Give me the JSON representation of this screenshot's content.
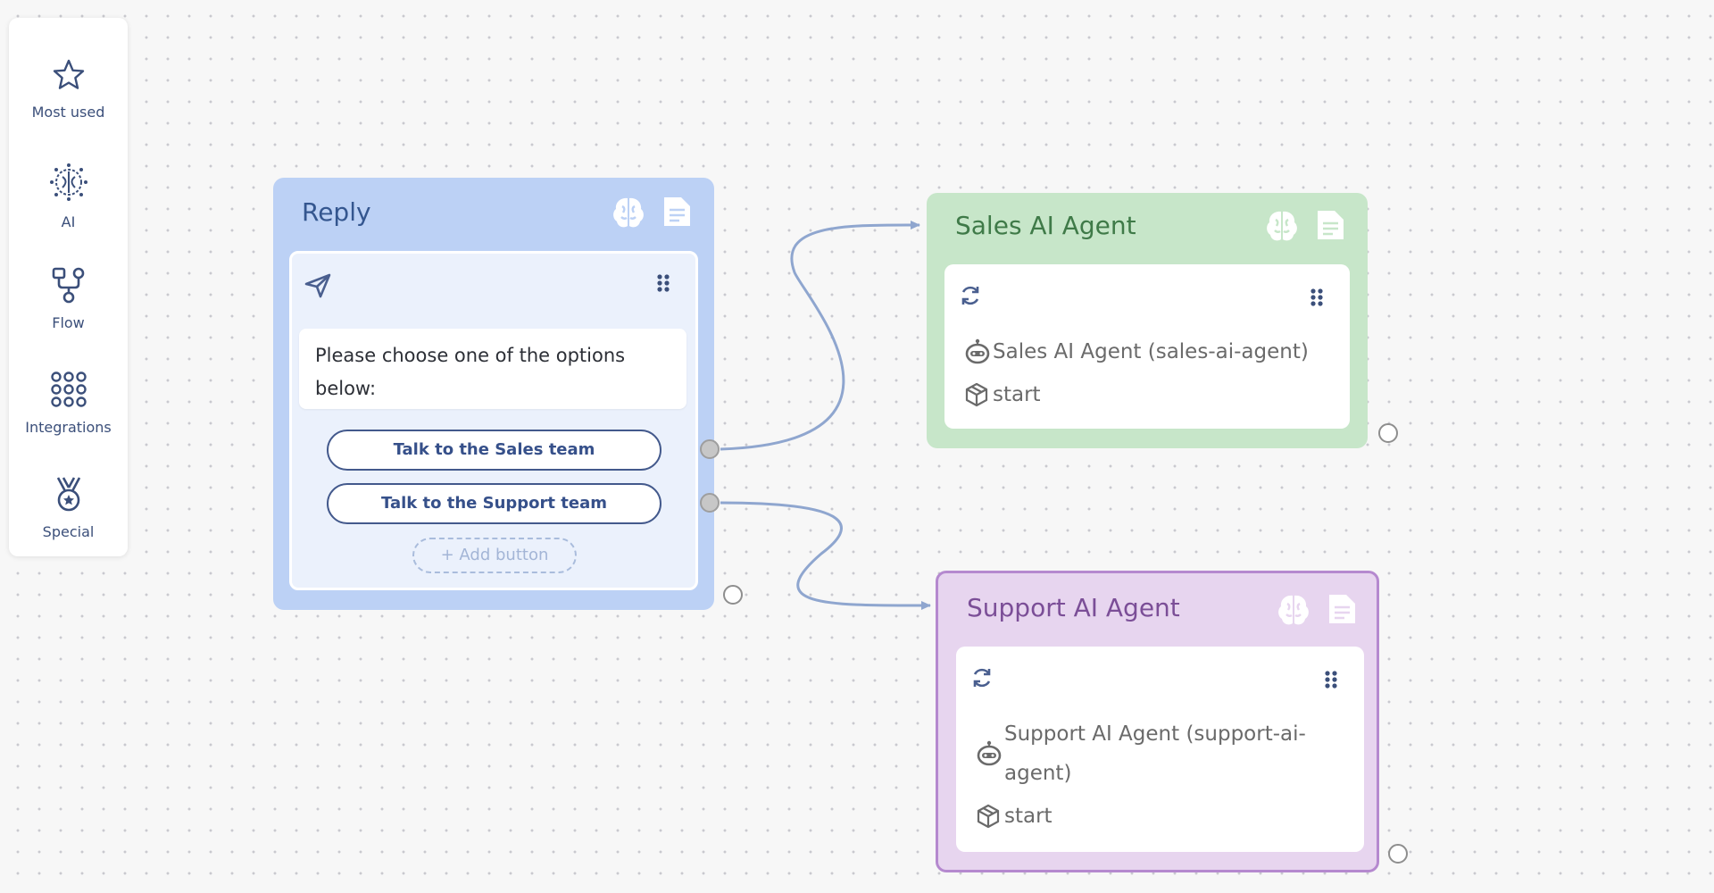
{
  "palette": {
    "items": [
      {
        "label": "Most used",
        "icon": "star-icon"
      },
      {
        "label": "AI",
        "icon": "brain-circuit-icon"
      },
      {
        "label": "Flow",
        "icon": "flow-icon"
      },
      {
        "label": "Integrations",
        "icon": "grid-dots-icon"
      },
      {
        "label": "Special",
        "icon": "medal-icon"
      }
    ]
  },
  "nodes": {
    "reply": {
      "title": "Reply",
      "message": "Please choose one of the options below:",
      "buttons": [
        "Talk to the Sales team",
        "Talk to the Support team"
      ],
      "add_button": "+ Add button",
      "color": "#bcd1f5"
    },
    "sales": {
      "title": "Sales AI Agent",
      "agent": "Sales AI Agent (sales-ai-agent)",
      "entry": "start",
      "color": "#c7e6c9"
    },
    "support": {
      "title": "Support AI Agent",
      "agent": "Support AI Agent (support-ai-agent)",
      "entry": "start",
      "color": "#e7d5ef"
    }
  },
  "colors": {
    "wire": "#8fa6cf",
    "canvas": "#f7f7f7",
    "accent": "#3b4f7a"
  }
}
